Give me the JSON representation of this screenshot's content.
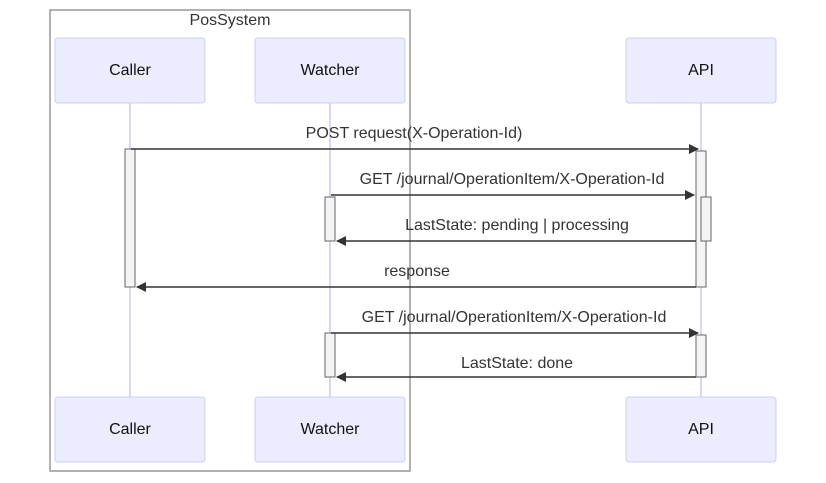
{
  "diagram": {
    "type": "sequence",
    "group": {
      "label": "PosSystem",
      "members": [
        "Caller",
        "Watcher"
      ]
    },
    "participants": [
      {
        "id": "caller",
        "label": "Caller"
      },
      {
        "id": "watcher",
        "label": "Watcher"
      },
      {
        "id": "api",
        "label": "API"
      }
    ],
    "messages": [
      {
        "from": "caller",
        "to": "api",
        "text": "POST request(X-Operation-Id)"
      },
      {
        "from": "watcher",
        "to": "api",
        "text": "GET /journal/OperationItem/X-Operation-Id"
      },
      {
        "from": "api",
        "to": "watcher",
        "text": "LastState: pending | processing"
      },
      {
        "from": "api",
        "to": "caller",
        "text": "response"
      },
      {
        "from": "watcher",
        "to": "api",
        "text": "GET /journal/OperationItem/X-Operation-Id"
      },
      {
        "from": "api",
        "to": "watcher",
        "text": "LastState: done"
      }
    ],
    "colors": {
      "actor_fill": "#ECECFF",
      "actor_border": "#CCCCFF",
      "lifeline": "#CCCCEE",
      "activation_fill": "#F4F4F4",
      "line": "#333333"
    }
  }
}
